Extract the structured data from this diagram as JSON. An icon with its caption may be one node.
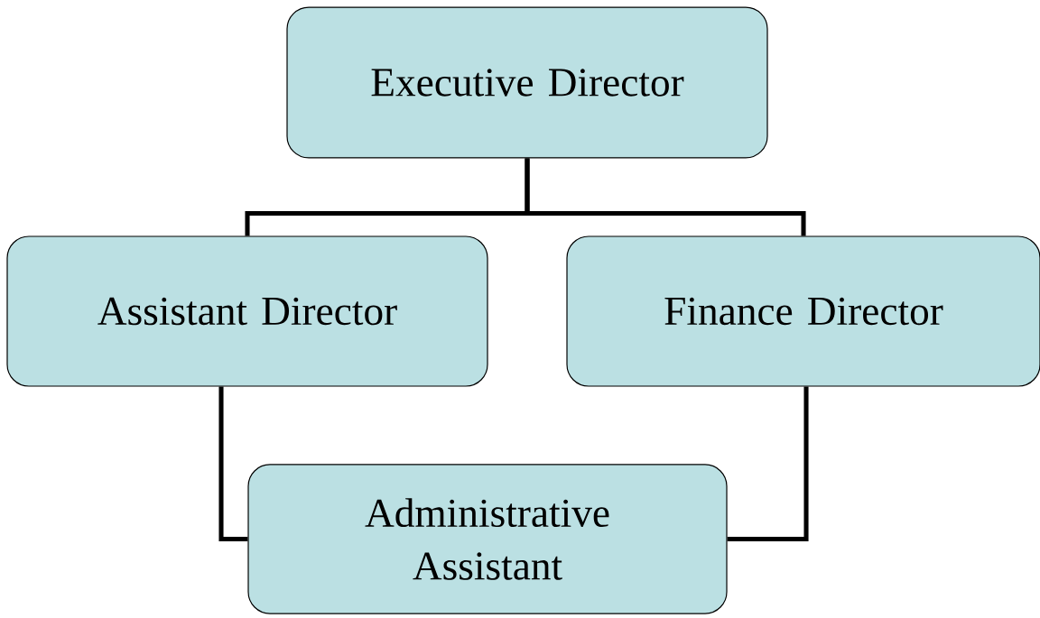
{
  "diagram": {
    "nodes": [
      {
        "text": [
          "Executive Director"
        ]
      },
      {
        "text": [
          "Assistant Director"
        ]
      },
      {
        "text": [
          "Finance Director"
        ]
      },
      {
        "text": [
          "Administrative Assistant"
        ]
      }
    ],
    "edges": [
      {
        "from": 0,
        "to": 1,
        "arrow": "none"
      },
      {
        "from": 0,
        "to": 2,
        "arrow": "none"
      },
      {
        "from": 1,
        "to": 3,
        "arrow": "none"
      },
      {
        "from": 2,
        "to": 3,
        "arrow": "none"
      }
    ]
  }
}
